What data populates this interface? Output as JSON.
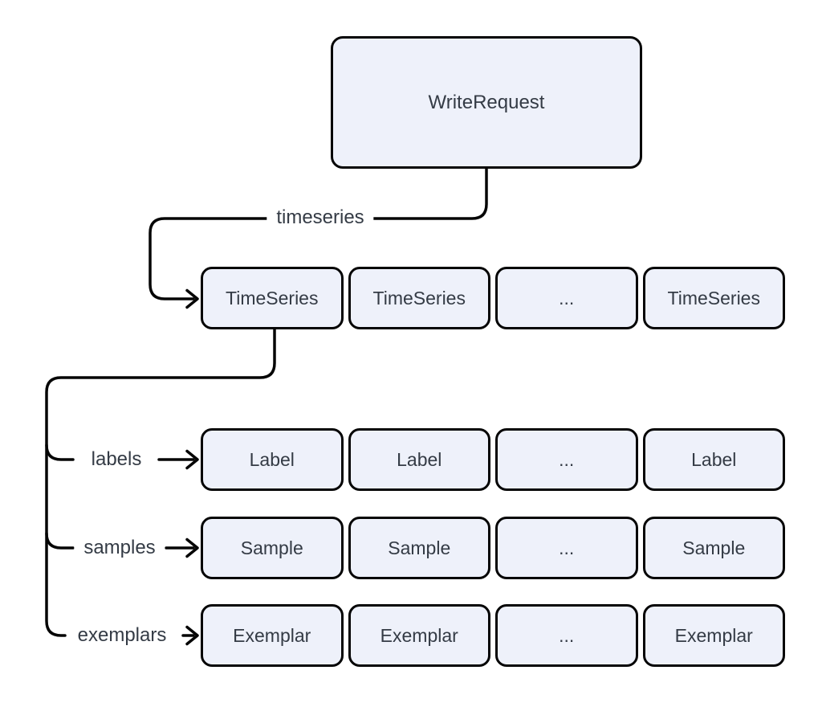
{
  "diagram": {
    "root_label": "WriteRequest",
    "edge_labels": {
      "timeseries": "timeseries",
      "labels": "labels",
      "samples": "samples",
      "exemplars": "exemplars"
    },
    "rows": {
      "timeseries": [
        "TimeSeries",
        "TimeSeries",
        "...",
        "TimeSeries"
      ],
      "labels": [
        "Label",
        "Label",
        "...",
        "Label"
      ],
      "samples": [
        "Sample",
        "Sample",
        "...",
        "Sample"
      ],
      "exemplars": [
        "Exemplar",
        "Exemplar",
        "...",
        "Exemplar"
      ]
    },
    "colors": {
      "box_fill": "#eef1fa",
      "box_border": "#050505",
      "line": "#050505",
      "text": "#343b45",
      "background": "#ffffff"
    }
  }
}
